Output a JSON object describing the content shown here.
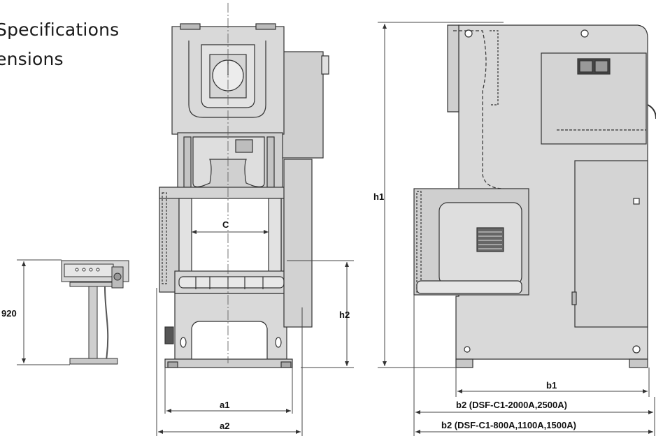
{
  "heading": {
    "line1": "Specifications",
    "line2": "ensions"
  },
  "dimensions": {
    "table_height": "920",
    "c": "C",
    "h1": "h1",
    "h2": "h2",
    "a1": "a1",
    "a2": "a2",
    "b1": "b1",
    "b2_a": "b2 (DSF-C1-2000A,2500A)",
    "b2_b": "b2 (DSF-C1-800A,1100A,1500A)"
  },
  "colors": {
    "machine_fill": "#d9d9d9",
    "machine_dark": "#bdbdbd",
    "line": "#333333",
    "dim": "#444444"
  }
}
